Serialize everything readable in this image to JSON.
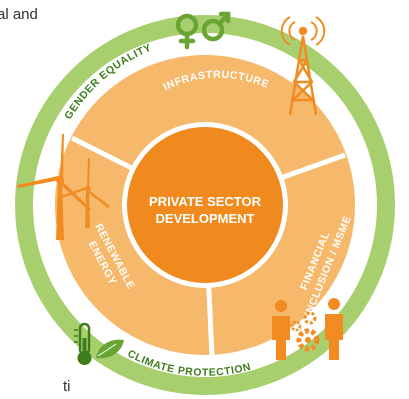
{
  "page_text": {
    "top_fragment": "al and",
    "bottom_fragment": "ti"
  },
  "diagram": {
    "center": {
      "line1": "PRIVATE SECTOR",
      "line2": "DEVELOPMENT"
    },
    "middle_ring": {
      "infrastructure": "INFRASTRUCTURE",
      "financial_line1": "FINANCIAL",
      "financial_line2": "INCLUSION / MSME",
      "renewable_line1": "RENEWABLE",
      "renewable_line2": "ENERGY"
    },
    "outer_ring": {
      "gender": "GENDER EQUALITY",
      "climate": "CLIMATE PROTECTION"
    },
    "colors": {
      "outer_ring": "#a8cf6e",
      "middle_ring": "#f6b86a",
      "center": "#f08a1e",
      "icon_orange": "#f28c22",
      "icon_green": "#6aa534",
      "text_dark": "#333333"
    },
    "icons": [
      "gender-symbols-icon",
      "transmission-tower-icon",
      "wind-turbine-icon",
      "thermometer-leaf-icon",
      "business-people-gears-icon"
    ]
  }
}
